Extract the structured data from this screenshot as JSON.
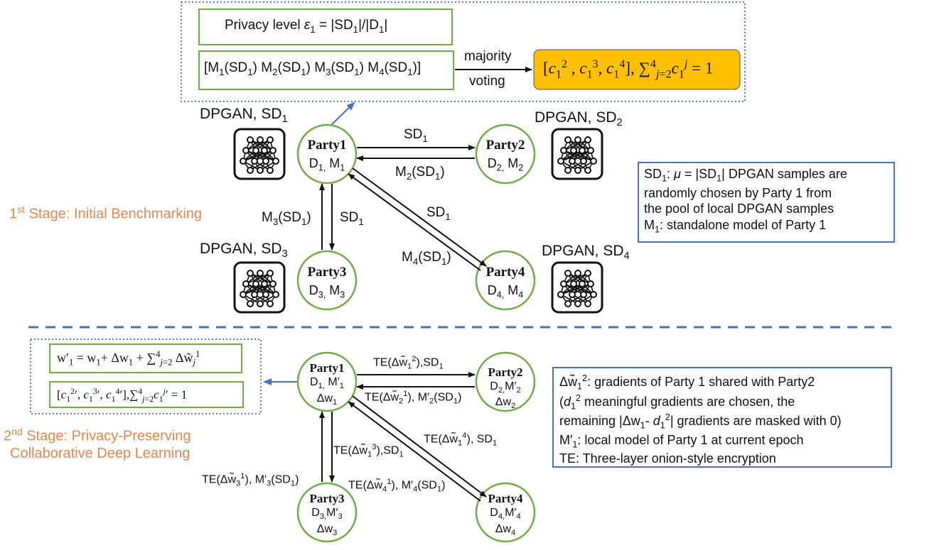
{
  "stage1": {
    "title_html": "1<sup>st</sup> Stage: Initial Benchmarking",
    "privacy_level_html": "Privacy level <i>ε</i><sub>1</sub> = |SD<sub>1</sub>|/|D<sub>1</sub>|",
    "models_html": "[M<sub>1</sub>(SD<sub>1</sub>) M<sub>2</sub>(SD<sub>1</sub>) M<sub>3</sub>(SD<sub>1</sub>) M<sub>4</sub>(SD<sub>1</sub>)]",
    "majority": "majority",
    "voting": "voting",
    "result_html": "[<i>c</i><sub>1</sub><sup>2</sup> , <i>c</i><sub>1</sub><sup>3</sup>, <i>c</i><sub>1</sub><sup>4</sup>], ∑<sup>4</sup><sub><i>j</i>=2</sub><i>c</i><sub>1</sub><sup><i>j</i></sup> = 1",
    "dpgan": [
      {
        "html": "DPGAN, SD<sub>1</sub>"
      },
      {
        "html": "DPGAN, SD<sub>2</sub>"
      },
      {
        "html": "DPGAN, SD<sub>3</sub>"
      },
      {
        "html": "DPGAN, SD<sub>4</sub>"
      }
    ],
    "parties": [
      {
        "name": "Party1",
        "sub_html": "D<sub>1,</sub> M<sub>1</sub>"
      },
      {
        "name": "Party2",
        "sub_html": "D<sub>2,</sub> M<sub>2</sub>"
      },
      {
        "name": "Party3",
        "sub_html": "D<sub>3,</sub> M<sub>3</sub>"
      },
      {
        "name": "Party4",
        "sub_html": "D<sub>4,</sub> M<sub>4</sub>"
      }
    ],
    "edges": {
      "sd1_p2_html": "SD<sub>1</sub>",
      "m2_html": "M<sub>2</sub>(SD<sub>1</sub>)",
      "sd1_p3_html": "SD<sub>1</sub>",
      "m3_html": "M<sub>3</sub>(SD<sub>1</sub>)",
      "sd1_p4_html": "SD<sub>1</sub>",
      "m4_html": "M<sub>4</sub>(SD<sub>1</sub>)"
    },
    "legend_lines_html": [
      "SD<sub>1</sub>: <i>μ</i> = |SD<sub>1</sub>| DPGAN samples are",
      "randomly chosen by Party 1 from",
      "the pool of local DPGAN samples",
      "M<sub>1</sub>: standalone model of Party 1"
    ]
  },
  "stage2": {
    "title_line1_html": "2<sup>nd</sup> Stage: Privacy-Preserving",
    "title_line2": "Collaborative Deep Learning",
    "update_html": "w′<sub>1</sub> = w<sub>1</sub>+ Δw<sub>1</sub> + ∑<sup>4</sup><sub><i>j</i>=2</sub> Δw̃<sub><i>j</i></sub><sup>1</sup>",
    "result_html": "[<i>c</i><sub>1</sub><sup>2</sup>′, <i>c</i><sub>1</sub><sup>3</sup>′, <i>c</i><sub>1</sub><sup>4</sup>′],∑<sup>4</sup><sub><i>j</i>=2</sub><i>c</i><sub>1</sub><sup><i>j</i></sup>′ = 1",
    "parties": [
      {
        "name": "Party1",
        "sub_html": "D<sub>1,</sub> M′<sub>1</sub>",
        "dw_html": "Δw<sub>1</sub>"
      },
      {
        "name": "Party2",
        "sub_html": "D<sub>2,</sub>M′<sub>2</sub>",
        "dw_html": "Δw<sub>2</sub>"
      },
      {
        "name": "Party3",
        "sub_html": "D<sub>3,</sub>M′<sub>3</sub>",
        "dw_html": "Δw<sub>3</sub>"
      },
      {
        "name": "Party4",
        "sub_html": "D<sub>4,</sub>M′<sub>4</sub>",
        "dw_html": "Δw<sub>4</sub>"
      }
    ],
    "edges": {
      "to_p2_html": "TE(Δw̃<sub>1</sub><sup>2</sup>),SD<sub>1</sub>",
      "from_p2_html": "TE(Δw̃<sub>2</sub><sup>1</sup>), M′<sub>2</sub>(SD<sub>1</sub>)",
      "to_p3_html": "TE(Δw̃<sub>1</sub><sup>3</sup>),SD<sub>1</sub>",
      "from_p3_html": "TE(Δw̃<sub>3</sub><sup>1</sup>), M′<sub>3</sub>(SD<sub>1</sub>)",
      "to_p4_html": "TE(Δw̃<sub>1</sub><sup>4</sup>), SD<sub>1</sub>",
      "from_p4_html": "TE(Δw̃<sub>4</sub><sup>1</sup>), M′<sub>4</sub>(SD<sub>1</sub>)"
    },
    "legend_lines_html": [
      "Δw̃<sub>1</sub><sup>2</sup>: gradients of Party 1 shared with Party2",
      "(<i>d</i><sub>1</sub><sup>2</sup> meaningful gradients are chosen, the",
      "remaining |Δw<sub>1</sub>- <i>d</i><sub>1</sub><sup>2</sup>| gradients are masked with 0)",
      "M′<sub>1</sub>: local model of Party 1 at current epoch",
      "TE: Three-layer onion-style encryption"
    ]
  },
  "colors": {
    "green": "#70ad47",
    "blue": "#4472c4",
    "orange_text": "#e4874f",
    "result_fill": "#ffc000"
  }
}
